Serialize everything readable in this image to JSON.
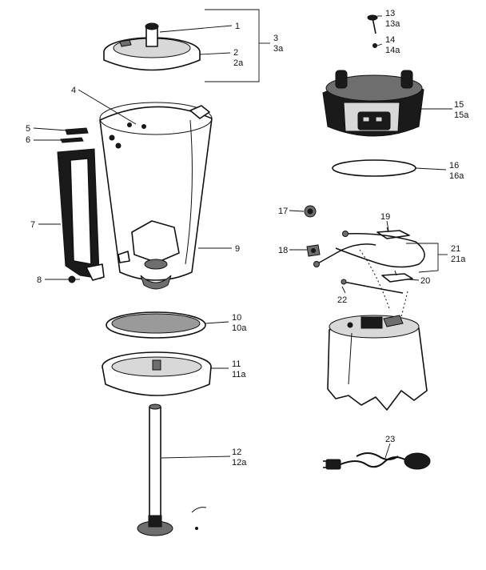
{
  "labels": {
    "l1": "1",
    "l2": "2",
    "l2a": "2a",
    "l3": "3",
    "l3a": "3a",
    "l4": "4",
    "l5": "5",
    "l6": "6",
    "l7": "7",
    "l8": "8",
    "l9": "9",
    "l10": "10",
    "l10a": "10a",
    "l11": "11",
    "l11a": "11a",
    "l12": "12",
    "l12a": "12a",
    "l13": "13",
    "l13a": "13a",
    "l14": "14",
    "l14a": "14a",
    "l15": "15",
    "l15a": "15a",
    "l16": "16",
    "l16a": "16a",
    "l17": "17",
    "l18": "18",
    "l19": "19",
    "l20": "20",
    "l21": "21",
    "l21a": "21a",
    "l22": "22",
    "l23": "23"
  },
  "colors": {
    "ink": "#111111",
    "paper": "#ffffff",
    "shade_dark": "#1a1a1a",
    "shade_mid": "#6e6e6e",
    "shade_light": "#d8d8d8"
  }
}
